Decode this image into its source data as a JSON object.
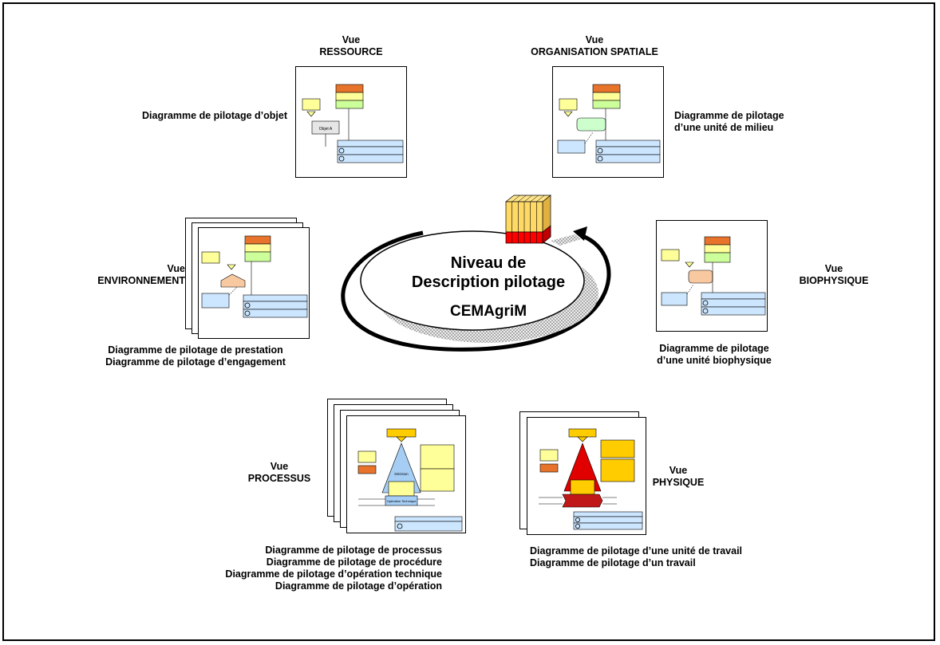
{
  "center": {
    "line1": "Niveau de",
    "line2": "Description pilotage",
    "brand": "CEMAgriM"
  },
  "views": {
    "ressource": {
      "vue": "Vue",
      "name": "RESSOURCE",
      "diagrams": [
        "Diagramme de pilotage d’objet"
      ]
    },
    "organisation": {
      "vue": "Vue",
      "name": "ORGANISATION SPATIALE",
      "diagrams": [
        "Diagramme de pilotage",
        "d’une unité de milieu"
      ]
    },
    "environnement": {
      "vue": "Vue",
      "name": "ENVIRONNEMENT",
      "diagrams": [
        "Diagramme de pilotage de prestation",
        "Diagramme de pilotage d’engagement"
      ]
    },
    "biophysique": {
      "vue": "Vue",
      "name": "BIOPHYSIQUE",
      "diagrams": [
        "Diagramme de pilotage",
        "d’une unité biophysique"
      ]
    },
    "processus": {
      "vue": "Vue",
      "name": "PROCESSUS",
      "diagrams": [
        "Diagramme de pilotage de processus",
        "Diagramme de pilotage de procédure",
        "Diagramme de pilotage d’opération technique",
        "Diagramme de pilotage d’opération"
      ]
    },
    "physique": {
      "vue": "Vue",
      "name": "PHYSIQUE",
      "diagrams": [
        "Diagramme de pilotage d’une unité de travail",
        "Diagramme de pilotage d’un travail"
      ]
    }
  },
  "thumbnail_text": {
    "objet": "Objet A",
    "decision": "Décision",
    "operation": "Opération Technique"
  },
  "colors": {
    "orange": "#e8742c",
    "yellow": "#ffff99",
    "green": "#ccff99",
    "blue": "#cce6ff",
    "cube_yellow": "#ffd966",
    "cube_red": "#ff0000",
    "triangle_blue": "#a6cef5",
    "triangle_red": "#e00000"
  }
}
